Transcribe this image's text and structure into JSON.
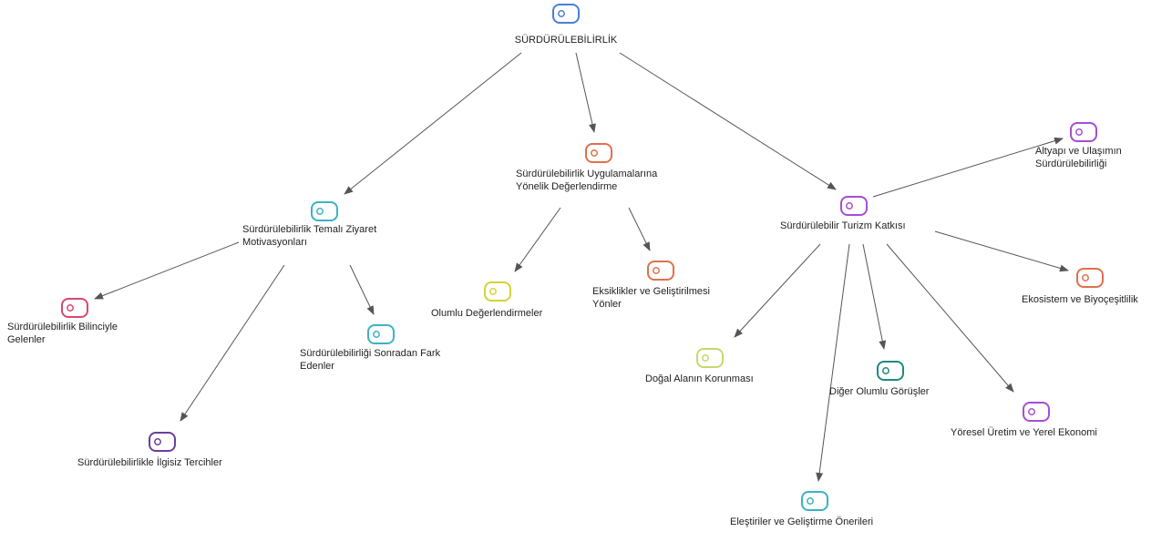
{
  "diagram": {
    "root": {
      "label": "SÜRDÜRÜLEBİLİRLİK",
      "color": "#4a7fd4"
    },
    "nodes": {
      "motivation": {
        "label_lines": [
          "Sürdürülebilirlik Temalı Ziyaret",
          "Motivasyonları"
        ],
        "color": "#3bb3c3"
      },
      "evaluation": {
        "label_lines": [
          "Sürdürülebilirlik Uygulamalarına",
          "Yönelik Değerlendirme"
        ],
        "color": "#e0704e"
      },
      "tourism": {
        "label_lines": [
          "Sürdürülebilir Turizm Katkısı"
        ],
        "color": "#a54ed6"
      },
      "conscious": {
        "label_lines": [
          "Sürdürülebilirlik Bilinciyle",
          "Gelenler"
        ],
        "color": "#d9486e"
      },
      "later": {
        "label_lines": [
          "Sürdürülebilirliği Sonradan Fark",
          "Edenler"
        ],
        "color": "#3bb3c3"
      },
      "irrelevant": {
        "label_lines": [
          "Sürdürülebilirlikle İlgisiz Tercihler"
        ],
        "color": "#6a3ea1"
      },
      "positive_eval": {
        "label_lines": [
          "Olumlu Değerlendirmeler"
        ],
        "color": "#d4d23a"
      },
      "shortcomings": {
        "label_lines": [
          "Eksiklikler ve Geliştirilmesi",
          "Yönler"
        ],
        "color": "#e0704e"
      },
      "infrastructure": {
        "label_lines": [
          "Altyapı ve Ulaşımın",
          "Sürdürülebilirliği"
        ],
        "color": "#a54ed6"
      },
      "ecosystem": {
        "label_lines": [
          "Ekosistem ve Biyoçeşitlilik"
        ],
        "color": "#e0704e"
      },
      "nature": {
        "label_lines": [
          "Doğal Alanın Korunması"
        ],
        "color": "#c7d86a"
      },
      "other_positive": {
        "label_lines": [
          "Diğer Olumlu Görüşler"
        ],
        "color": "#1f8a7e"
      },
      "local_economy": {
        "label_lines": [
          "Yöresel Üretim ve Yerel Ekonomi"
        ],
        "color": "#a54ed6"
      },
      "criticism": {
        "label_lines": [
          "Eleştiriler ve Geliştirme Önerileri"
        ],
        "color": "#3bb3c3"
      }
    },
    "edge_color": "#555555"
  }
}
